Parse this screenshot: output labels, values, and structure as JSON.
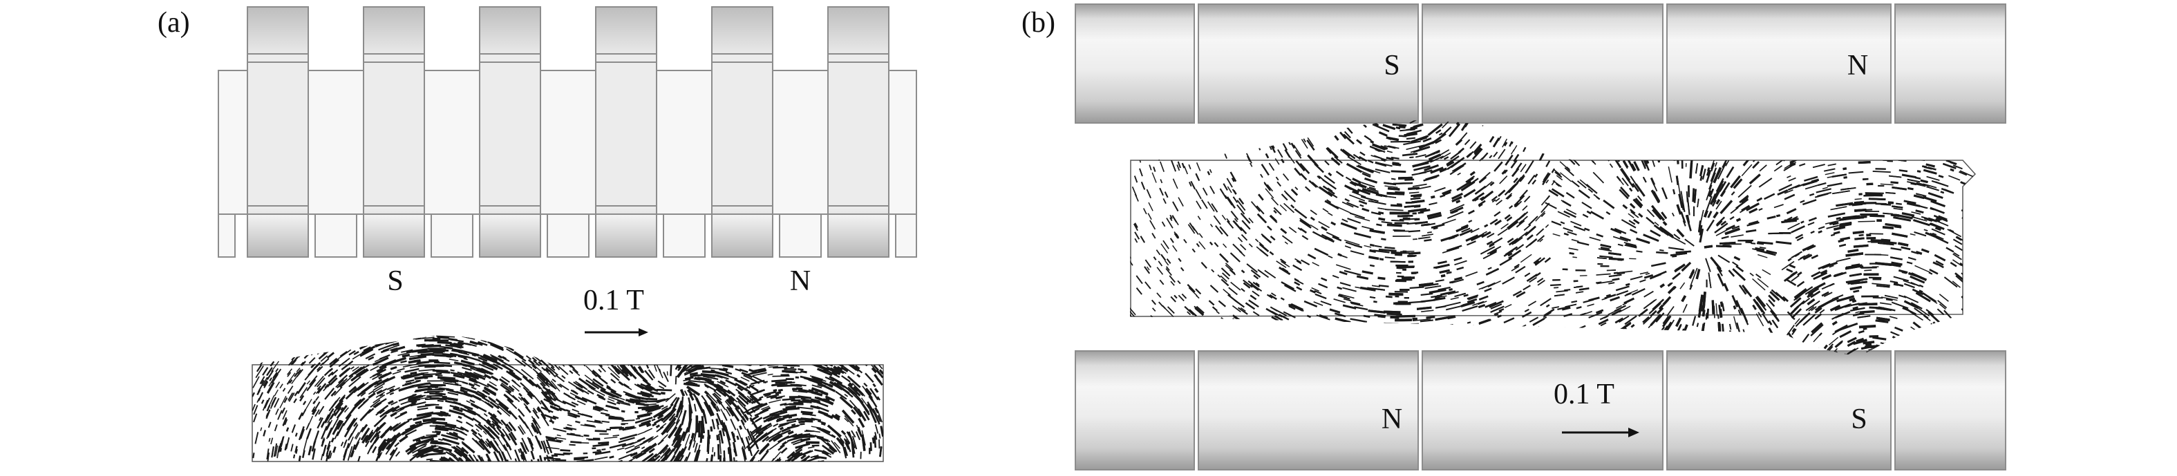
{
  "panel_a": {
    "label": "(a)",
    "pole_left": "S",
    "pole_right": "N",
    "scale_label": "0.1 T"
  },
  "panel_b": {
    "label": "(b)",
    "top_pole_left": "S",
    "top_pole_right": "N",
    "bottom_pole_left": "N",
    "bottom_pole_right": "S",
    "scale_label": "0.1 T"
  },
  "colors": {
    "magnet_dark": "#a9a9a9",
    "magnet_light": "#f4f4f4",
    "outline": "#8c8c8c",
    "vector_ink": "#1a1a1a"
  }
}
